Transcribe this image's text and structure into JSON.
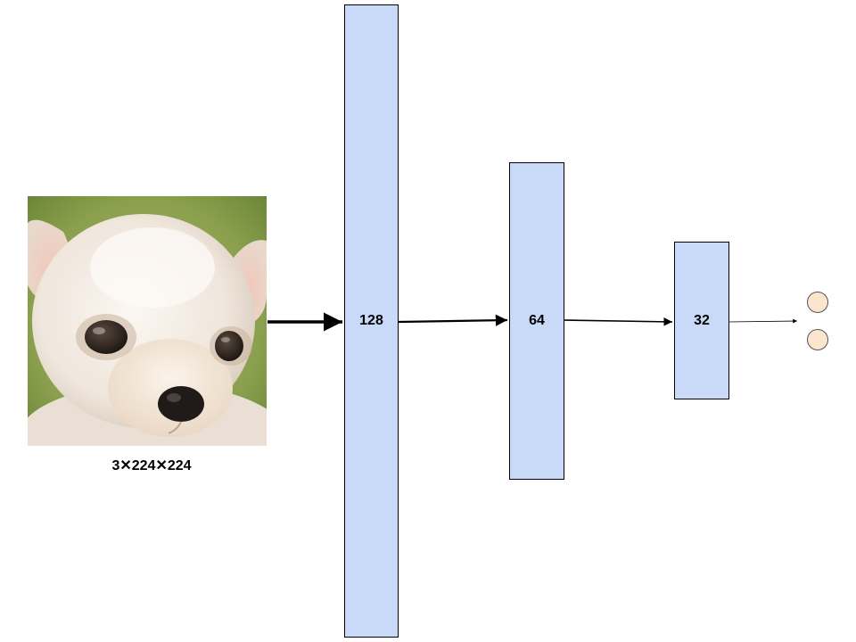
{
  "input": {
    "image_alt": "chihuahua puppy face",
    "dimension_label": "3✕224✕224"
  },
  "layers": [
    {
      "units": "128"
    },
    {
      "units": "64"
    },
    {
      "units": "32"
    }
  ],
  "output_nodes": 2,
  "colors": {
    "layer_fill": "#c9daf8",
    "node_fill": "#fce5cd",
    "stroke": "#000000"
  }
}
